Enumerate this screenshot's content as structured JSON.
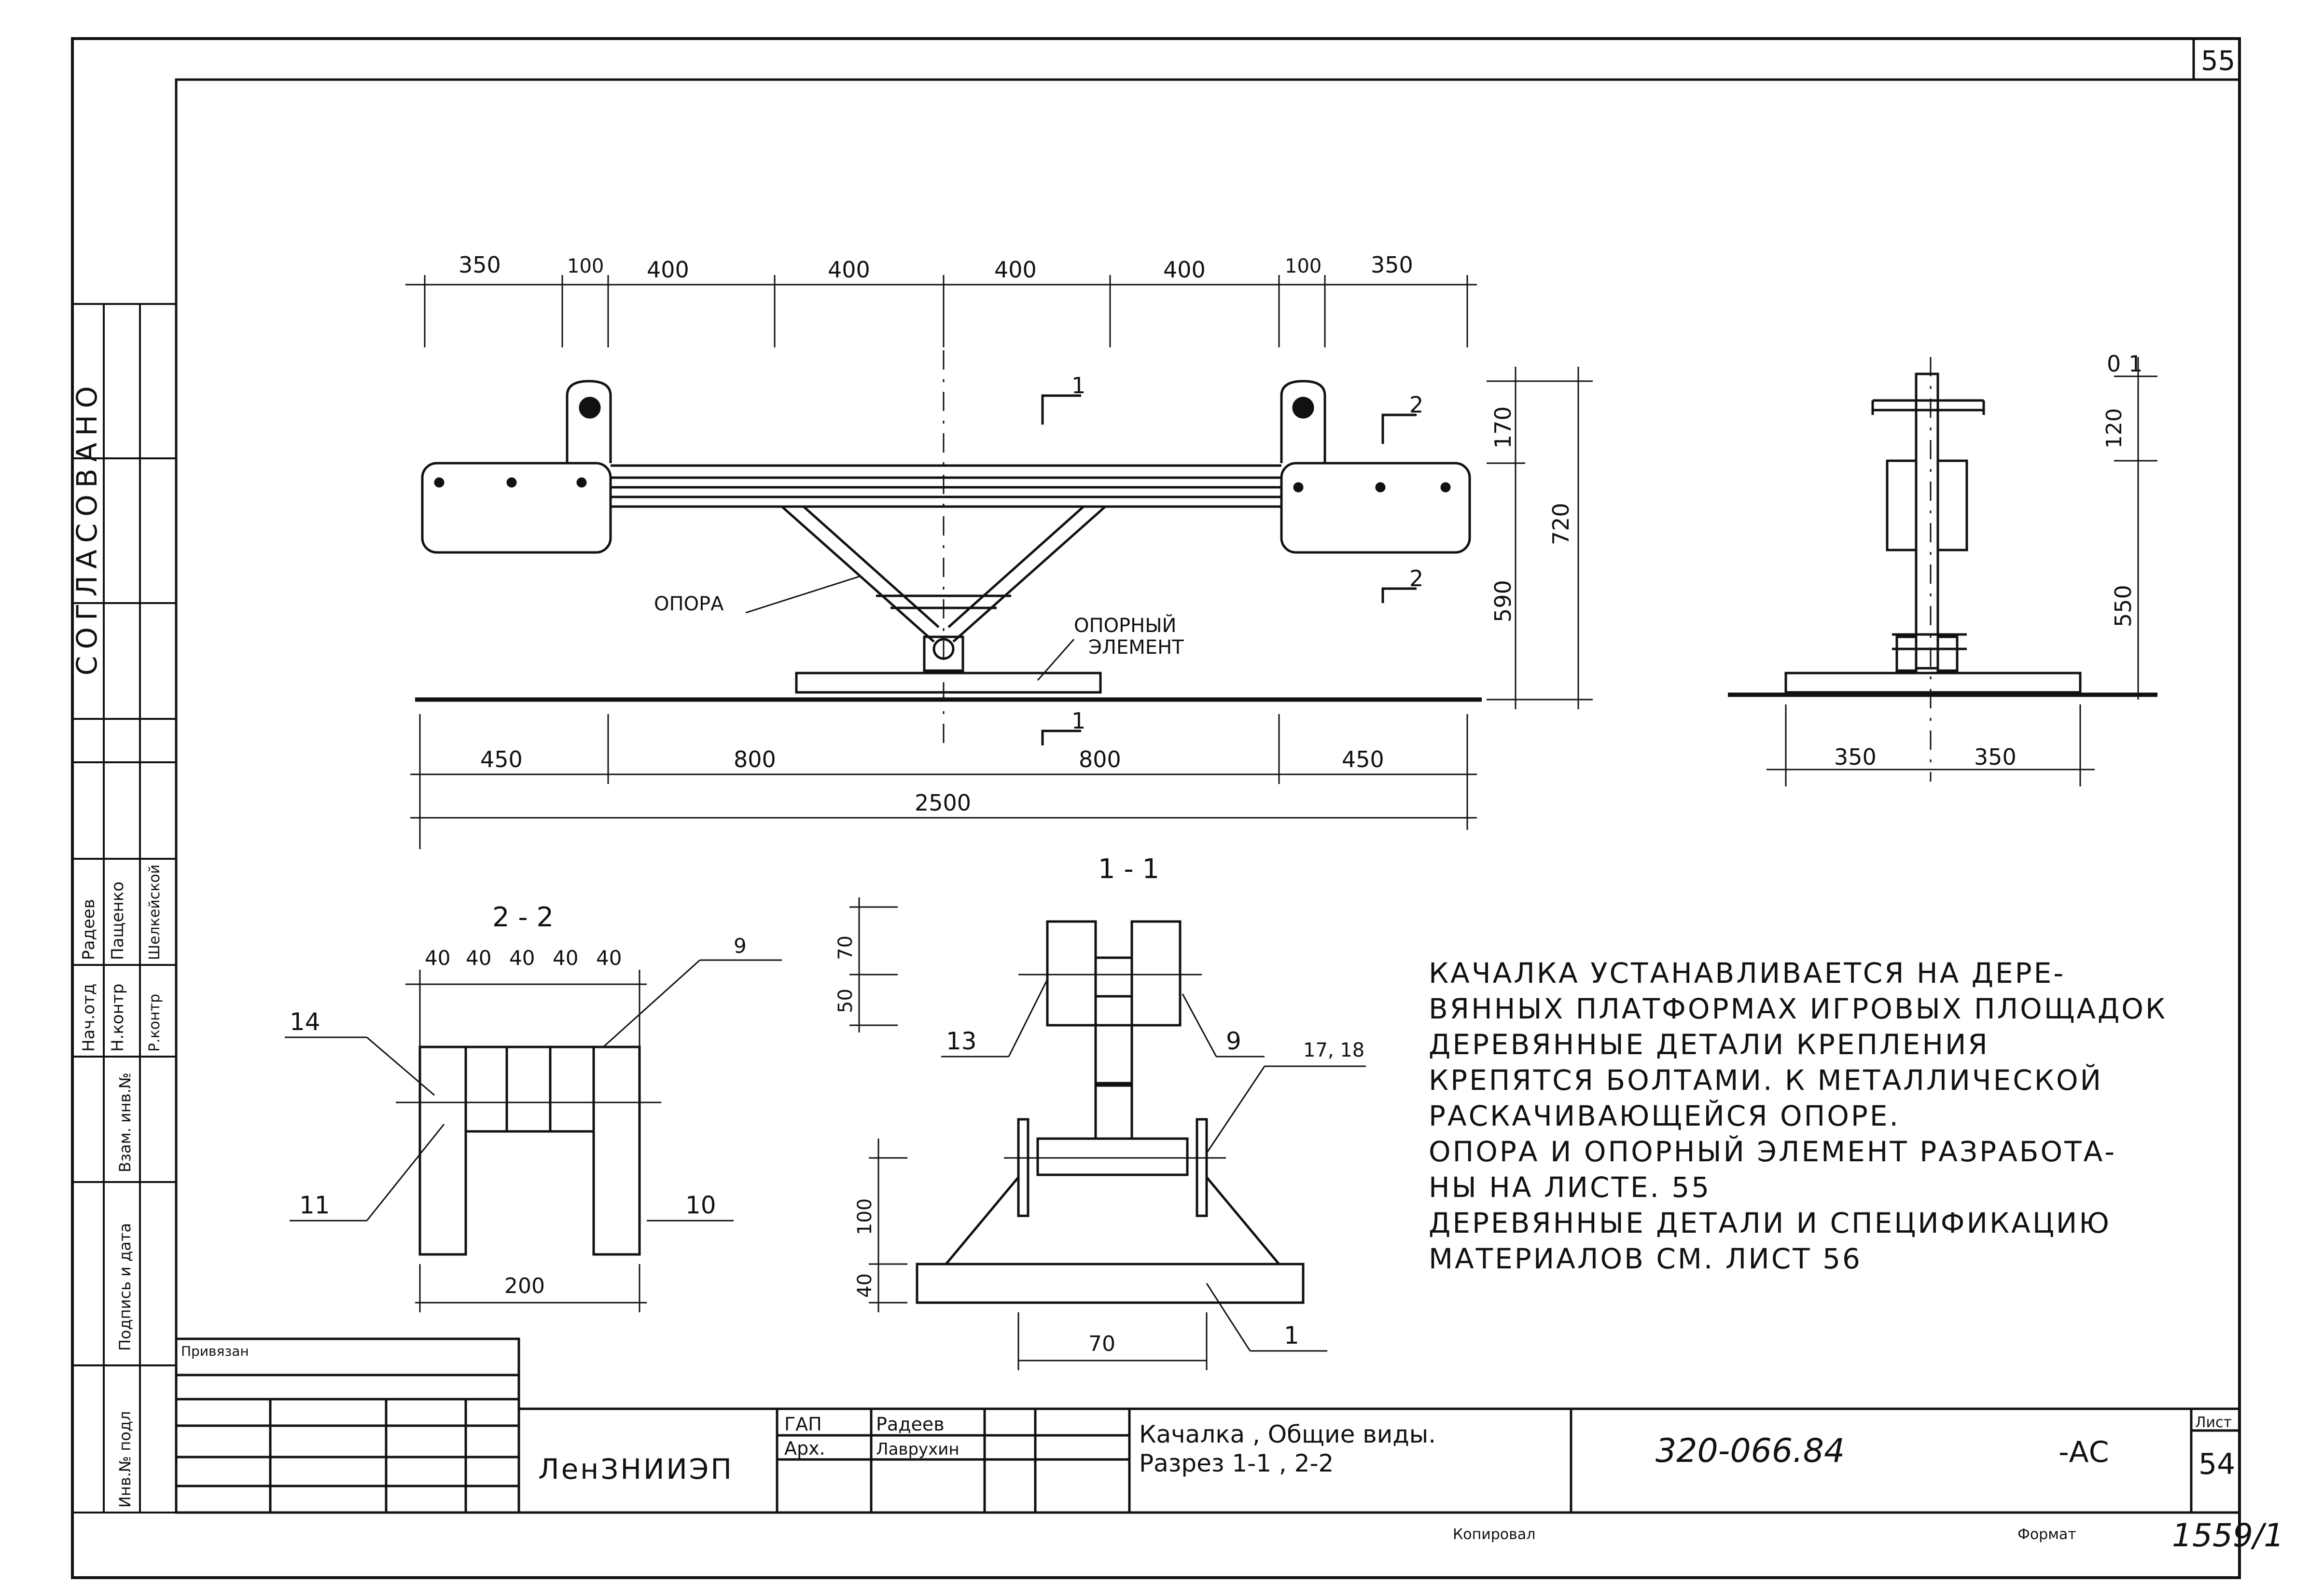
{
  "sheet": {
    "page_number": "55",
    "sheet_number": "54",
    "sheet_label": "Лист",
    "designation": "320-066.84",
    "suffix": "-АС",
    "organization": "ЛенЗНИИЭП",
    "title_line1": "Качалка , Общие виды.",
    "title_line2": "Разрез   1-1 , 2-2",
    "copied_label": "Копировал",
    "format_label": "Формат",
    "handwritten_number": "1559/1",
    "privyazan_label": "Привязан",
    "approved_vertical": "СОГЛАСОВАНО"
  },
  "stamp": {
    "rows": [
      {
        "role": "ГАП",
        "name": "Радеев"
      },
      {
        "role": "Арх.",
        "name": "Лаврухин"
      }
    ]
  },
  "side_stamp": {
    "inv_no": "Инв.№ подл",
    "sign_date": "Подпись и дата",
    "vzam_inv": "Взам. инв.№",
    "people": [
      {
        "role": "Нач.отд",
        "name": "Радеев"
      },
      {
        "role": "Н.контр",
        "name": "Пащенко"
      },
      {
        "role": "Р.контр",
        "name": "Шелкейской"
      }
    ]
  },
  "front_view": {
    "top_dims": [
      "350",
      "100",
      "400",
      "400",
      "400",
      "400",
      "100",
      "350"
    ],
    "bottom_dims": [
      "450",
      "800",
      "800",
      "450"
    ],
    "overall": "2500",
    "right_dims": [
      "170",
      "720",
      "590"
    ],
    "labels": {
      "support": "ОПОРА",
      "support_element_1": "ОПОРНЫЙ",
      "support_element_2": "ЭЛЕМЕНТ"
    },
    "section_marks": [
      "1",
      "1",
      "2",
      "2"
    ]
  },
  "side_view": {
    "top_dims": [
      "0",
      "1",
      "120"
    ],
    "right_dims": [
      "550"
    ],
    "bottom_dims": [
      "350",
      "350"
    ]
  },
  "section_2_2": {
    "title": "2 - 2",
    "top_dims": [
      "40",
      "40",
      "40",
      "40",
      "40"
    ],
    "bottom_dim": "200",
    "callouts": [
      "14",
      "11",
      "10",
      "9"
    ]
  },
  "section_1_1": {
    "title": "1 - 1",
    "left_dims": [
      "70",
      "50",
      "100",
      "40"
    ],
    "bottom_dim": "70",
    "callouts": [
      "13",
      "9",
      "17, 18",
      "1"
    ]
  },
  "notes": [
    "Качалка   устанавливается   на   дере-",
    "вянных  платформах  игровых  площадок",
    "Деревянные  детали  крепления",
    "крепятся   болтами.  к металлической",
    "раскачивающейся   опоре.",
    "Опора   и  опорный   элемент   разработа-",
    "ны на  листе.  55",
    "Деревянные   детали  и  спецификацию",
    "материалов   см.  лист  56"
  ]
}
